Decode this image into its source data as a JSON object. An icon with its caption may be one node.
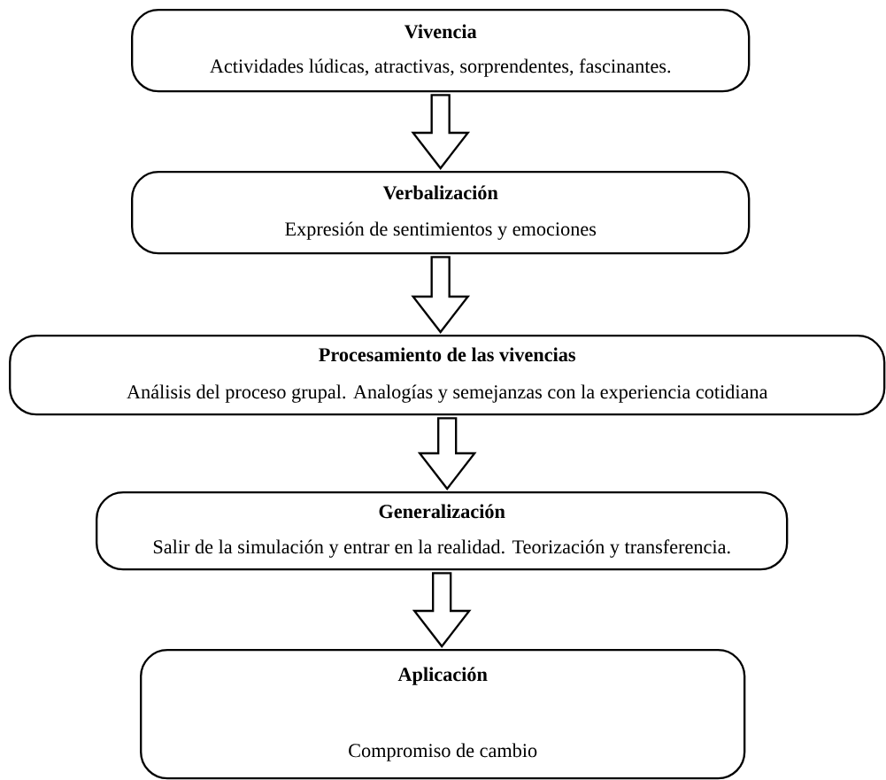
{
  "diagram": {
    "nodes": [
      {
        "text": [
          "Vivencia",
          "Actividades lúdicas, atractivas, sorprendentes, fascinantes."
        ]
      },
      {
        "text": [
          "Verbalización",
          "Expresión de sentimientos y emociones"
        ]
      },
      {
        "text": [
          "Procesamiento de las vivencias",
          "Análisis del proceso grupal. Analogías y semejanzas con la experiencia cotidiana"
        ]
      },
      {
        "text": [
          "Generalización",
          "Salir de la simulación y entrar en la realidad. Teorización y transferencia."
        ]
      },
      {
        "text": [
          "Aplicación",
          "Compromiso de cambio"
        ]
      }
    ],
    "edges": [
      {
        "from": 0,
        "to": 1,
        "arrow": "to"
      },
      {
        "from": 1,
        "to": 2,
        "arrow": "to"
      },
      {
        "from": 2,
        "to": 3,
        "arrow": "to"
      },
      {
        "from": 3,
        "to": 4,
        "arrow": "to"
      }
    ]
  }
}
